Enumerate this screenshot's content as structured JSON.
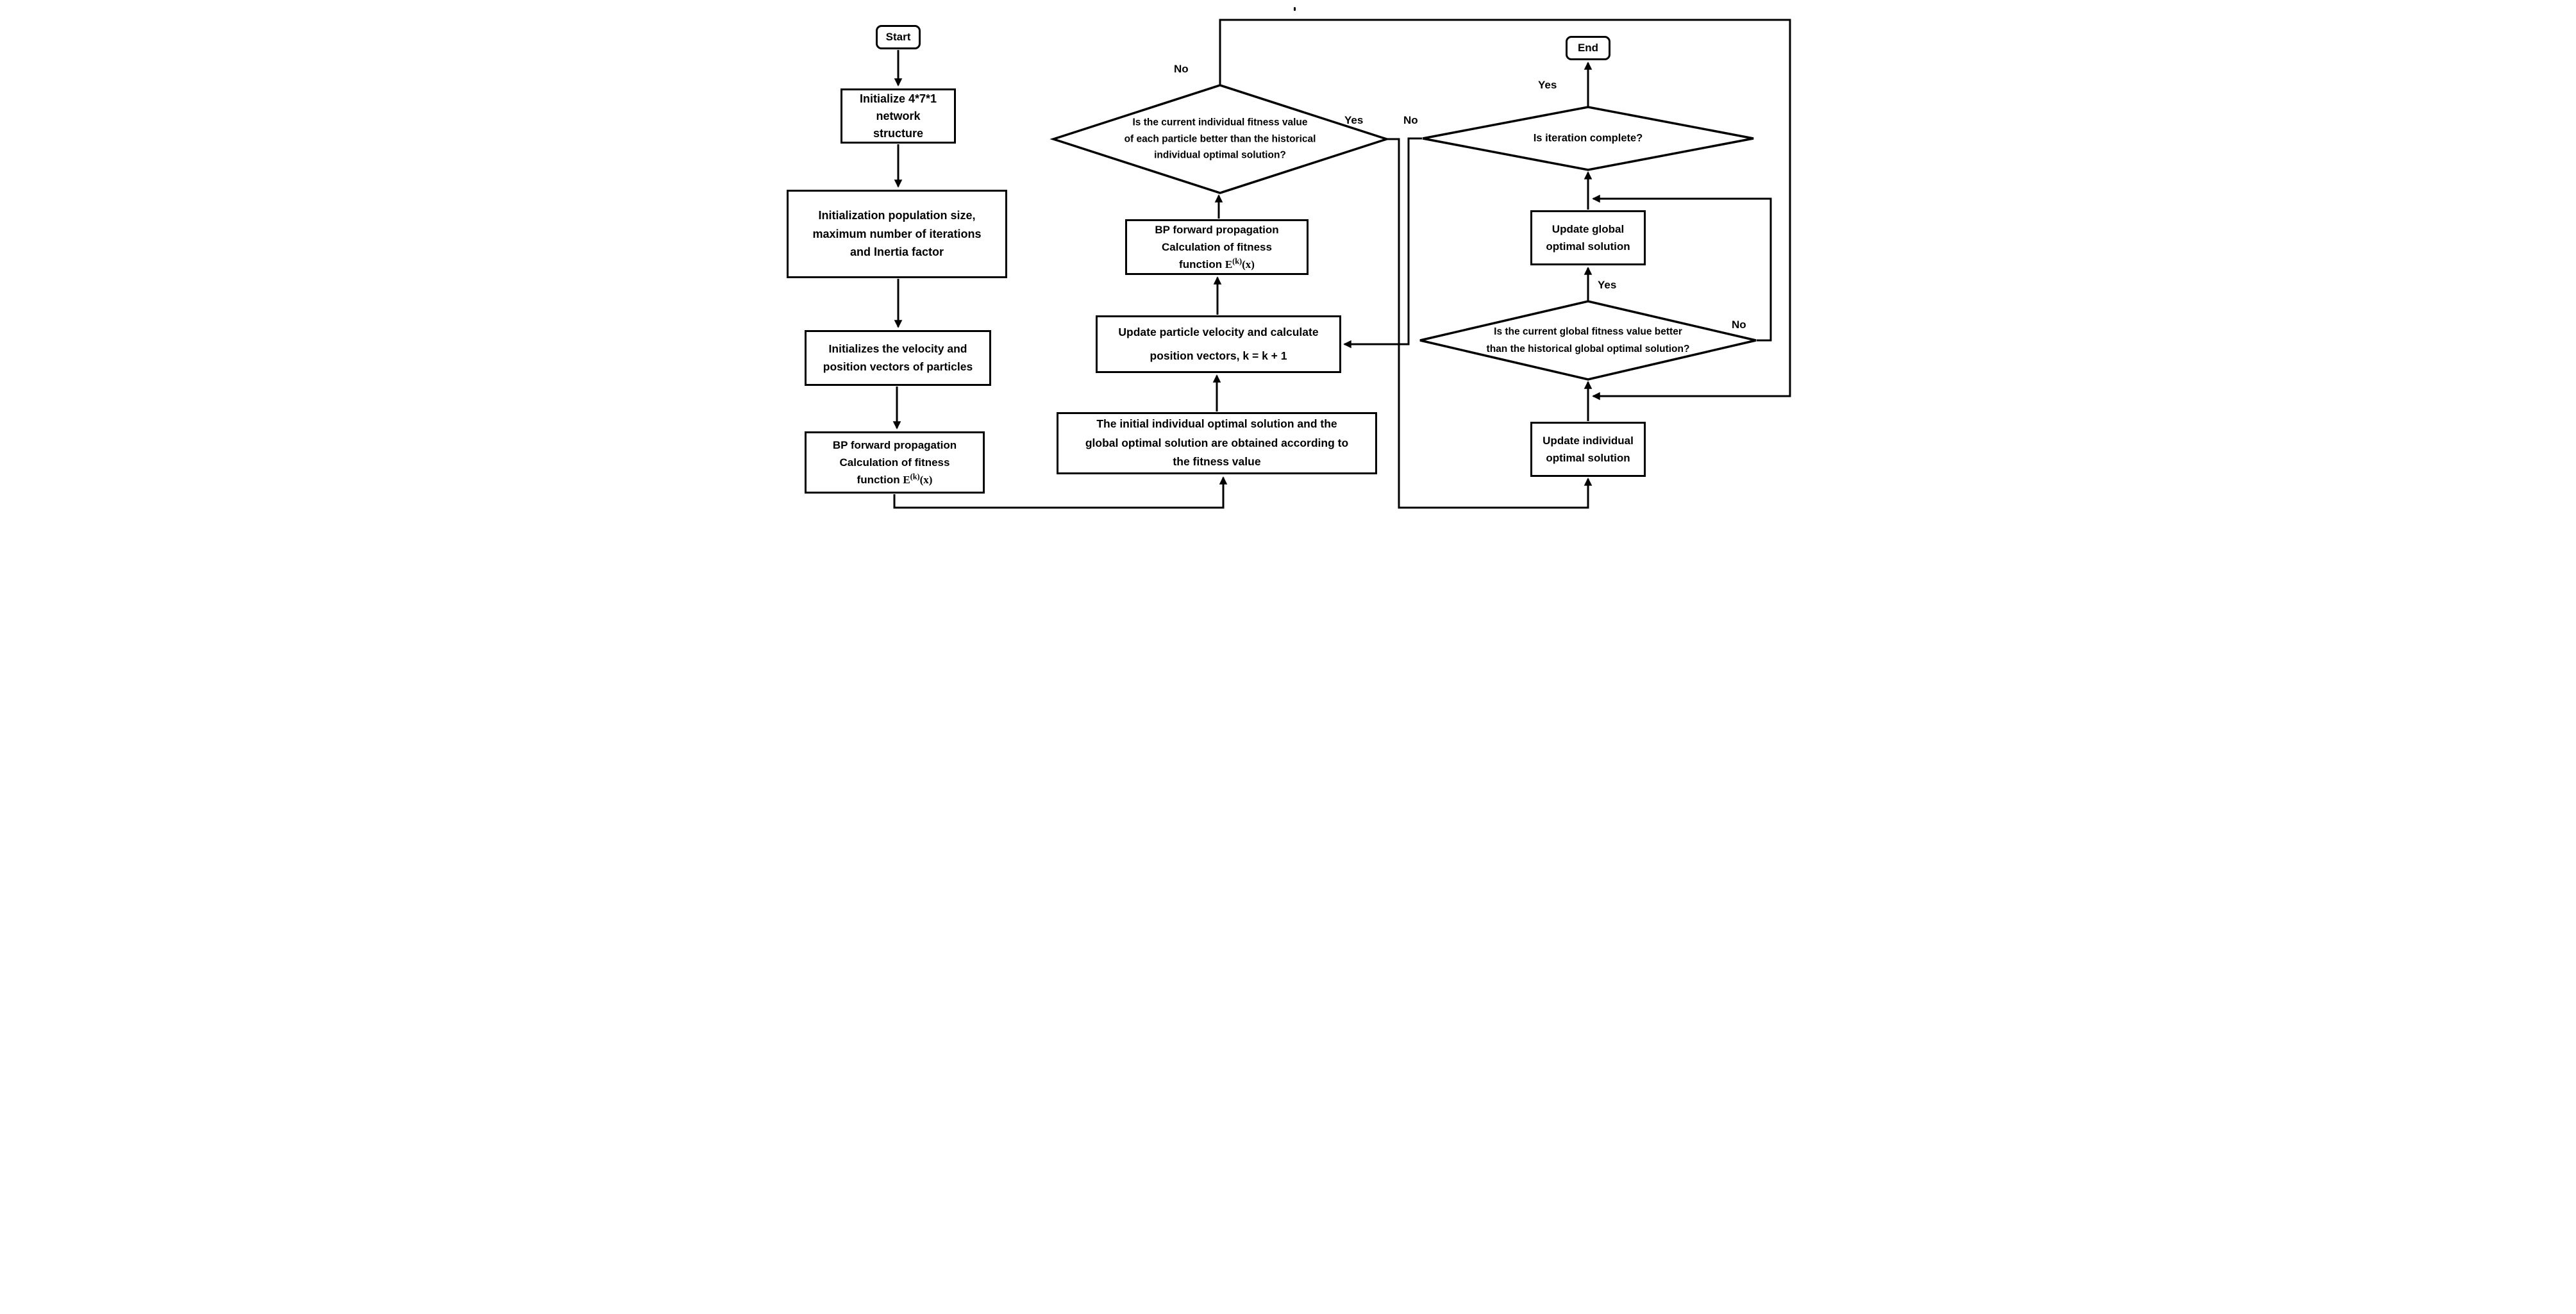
{
  "nodes": {
    "start": {
      "label": "Start"
    },
    "end": {
      "label": "End"
    },
    "init_network": {
      "lines": [
        "Initialize 4*7*1",
        "network",
        "structure"
      ]
    },
    "init_population": {
      "lines": [
        "Initialization population size,",
        "maximum number of iterations",
        "and Inertia factor"
      ]
    },
    "init_velocity": {
      "lines": [
        "Initializes the velocity and",
        "position vectors of particles"
      ]
    },
    "bp_fitness_left": {
      "lines": [
        "BP forward propagation",
        "Calculation of fitness"
      ],
      "formula_prefix": "function ",
      "formula_base": "E",
      "formula_sup": "(k)",
      "formula_arg": "(x)"
    },
    "bp_fitness_mid": {
      "lines": [
        "BP forward propagation",
        "Calculation of fitness"
      ],
      "formula_prefix": "function ",
      "formula_base": "E",
      "formula_sup": "(k)",
      "formula_arg": "(x)"
    },
    "initial_solution": {
      "lines": [
        "The initial individual optimal solution and the",
        "global optimal solution are obtained according to",
        "the fitness value"
      ]
    },
    "update_velocity": {
      "lines": [
        "Update particle velocity and calculate",
        "position vectors, k = k + 1"
      ]
    },
    "individual_check": {
      "lines": [
        "Is the current individual fitness value",
        "of each particle better than the historical",
        "individual optimal solution?"
      ]
    },
    "iteration_check": {
      "label": "Is iteration complete?"
    },
    "global_check": {
      "lines": [
        "Is the current global fitness value better",
        "than the historical global optimal solution?"
      ]
    },
    "update_global": {
      "lines": [
        "Update global",
        "optimal solution"
      ]
    },
    "update_individual": {
      "lines": [
        "Update individual",
        "optimal solution"
      ]
    }
  },
  "edge_labels": {
    "individual_no": "No",
    "individual_yes": "Yes",
    "iteration_no": "No",
    "iteration_yes": "Yes",
    "global_yes": "Yes",
    "global_no": "No"
  },
  "colors": {
    "ink": "#000000",
    "background": "#ffffff"
  }
}
